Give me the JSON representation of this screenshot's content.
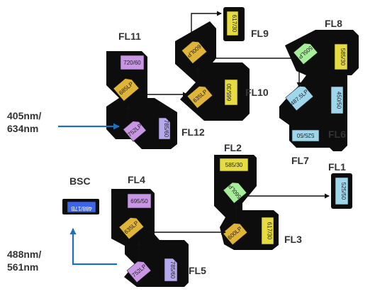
{
  "colors": {
    "holder": "#0d0d0d",
    "violet": "#c996e6",
    "lavender": "#b7a9ef",
    "gold": "#e0b437",
    "yellow": "#e6dc42",
    "green": "#a6ee9a",
    "cyan": "#9ed6ec",
    "blue": "#3d66e6",
    "laser_arrow": "#1f6fbf"
  },
  "lasers": {
    "red_violet": {
      "line1": "405nm/",
      "line2": "634nm"
    },
    "blue_yellow": {
      "line1": "488nm/",
      "line2": "561nm"
    }
  },
  "detectors": {
    "fl1": "FL1",
    "fl2": "FL2",
    "fl3": "FL3",
    "fl4": "FL4",
    "fl5": "FL5",
    "fl6": "FL6",
    "fl7": "FL7",
    "fl8": "FL8",
    "fl9": "FL9",
    "fl10": "FL10",
    "fl11": "FL11",
    "fl12": "FL12",
    "bsc": "BSC"
  },
  "filters": {
    "f720_60": "720/60",
    "f685lp": "685LP",
    "f752lp_top": "752LP",
    "f785_60_top": "785/60",
    "f600lp_top": "600LP",
    "f617_30_top": "617/30",
    "f635lp": "635LP",
    "f665_30": "665/30",
    "f505lp": "505LP",
    "f585_30_top": "585/30",
    "f487_5lp": "487.5LP",
    "f450_50": "450/50",
    "f525_50_top": "525/50",
    "f488_17b": "488/17B",
    "f695_50": "695/50",
    "f635lp_bottom": "635LP",
    "f752lp_bottom": "752LP",
    "f785_60_bottom": "785/60",
    "f585_30_bottom": "585/30",
    "f560lp": "560LP",
    "f600lp_bottom": "600LP",
    "f617_30_bottom": "617/30",
    "f525_50_bottom": "525/50"
  }
}
